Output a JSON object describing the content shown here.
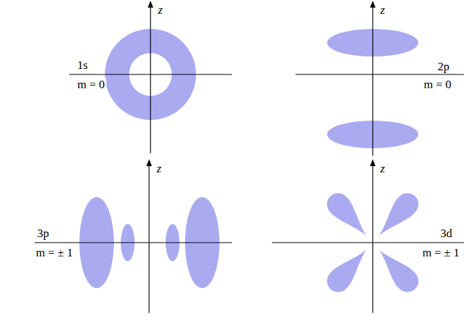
{
  "diagram": {
    "labels": [
      "z",
      "1s",
      "m = 0",
      "z",
      "2p",
      "m = 0",
      "z",
      "3p",
      "m = ± 1",
      "z",
      "3d",
      "m = ± 1"
    ]
  }
}
